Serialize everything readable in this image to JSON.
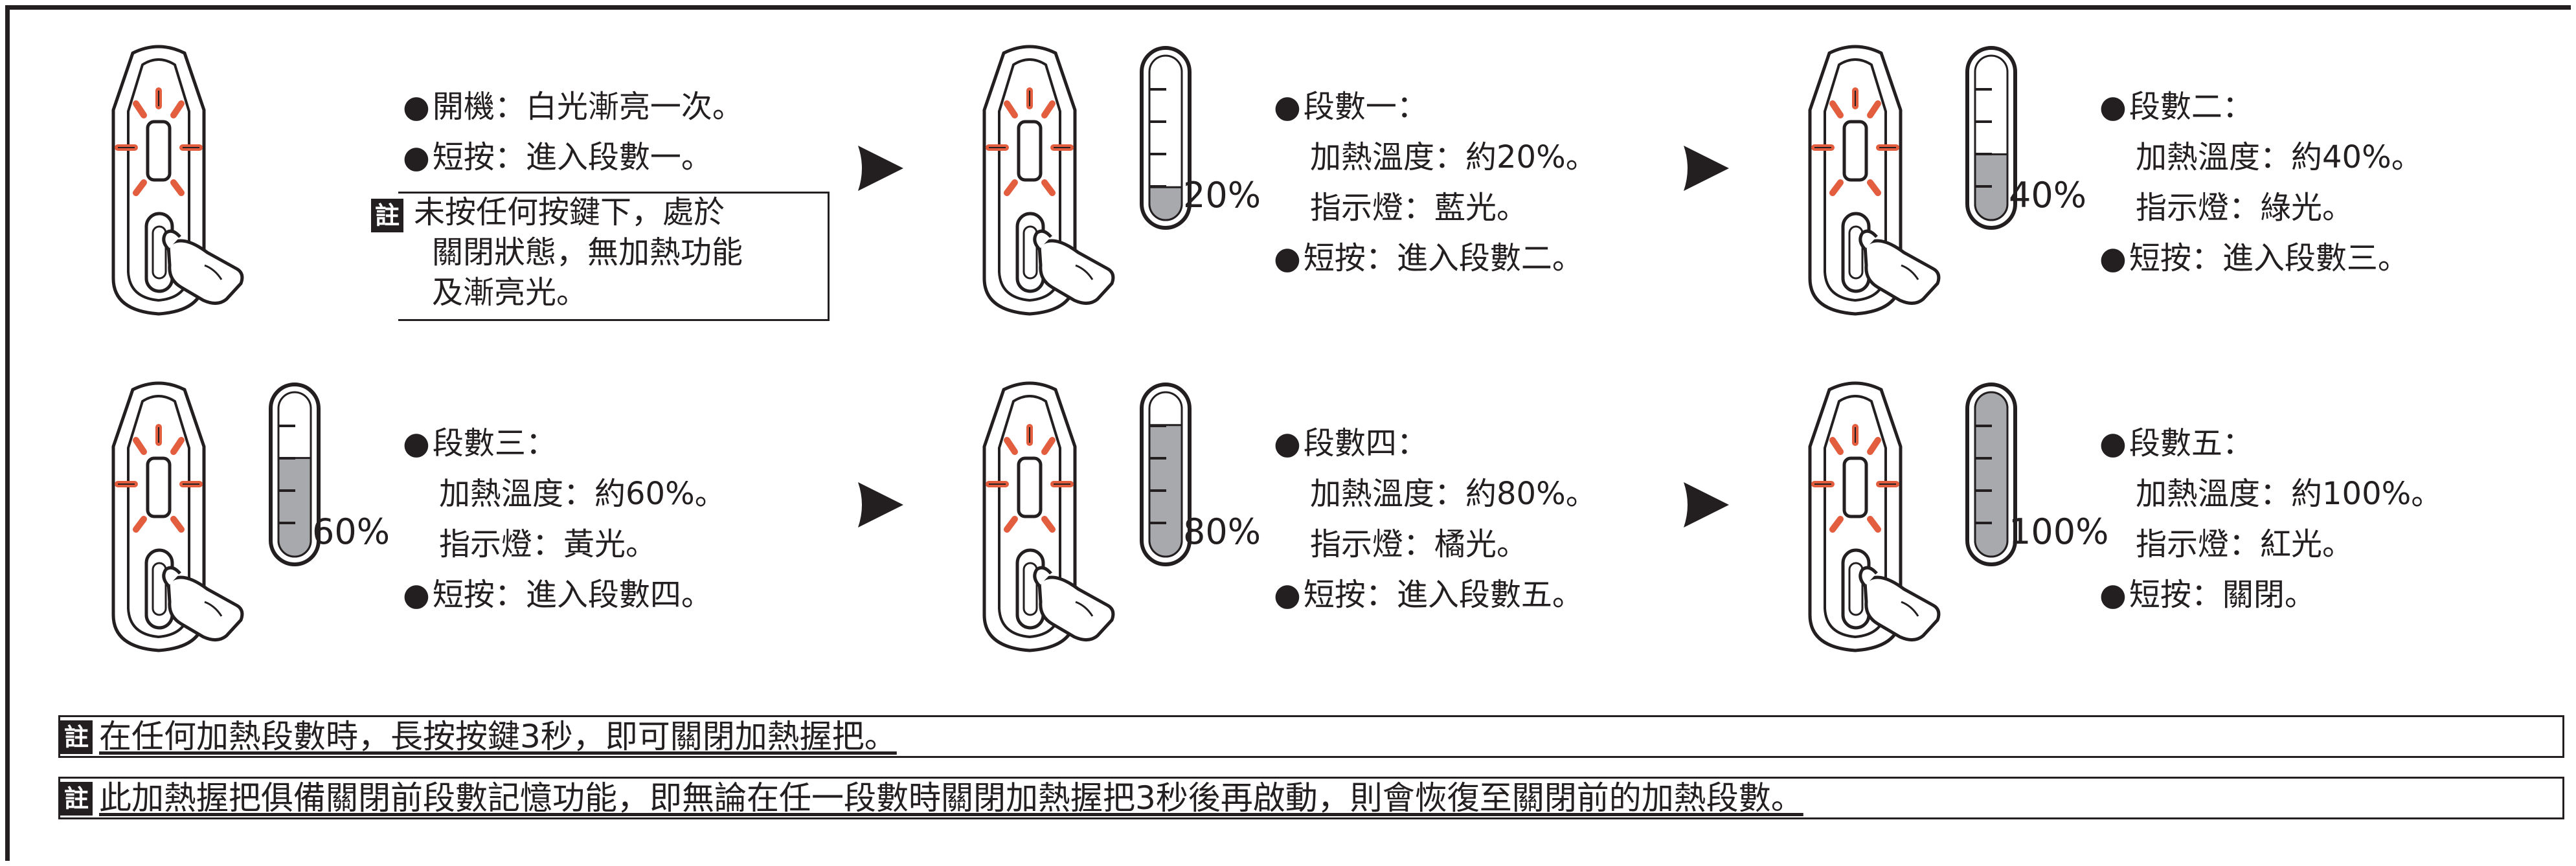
{
  "colors": {
    "ink": "#231f20",
    "gauge_fill": "#a7a9ac",
    "light": "#e35d3f",
    "arrow": "#231f20"
  },
  "note_tag": "註",
  "intro": {
    "line1": "開機：白光漸亮一次。",
    "line2": "短按：進入段數一。",
    "note_lines": [
      "未按任何按鍵下，處於",
      "關閉狀態，無加熱功能",
      "及漸亮光。"
    ]
  },
  "steps": [
    {
      "percent_label": "20%",
      "fill_fraction": 0.2,
      "title": "段數一：",
      "temp": "加熱溫度：約20%。",
      "light": "指示燈：藍光。",
      "action": "短按：進入段數二。"
    },
    {
      "percent_label": "40%",
      "fill_fraction": 0.4,
      "title": "段數二：",
      "temp": "加熱溫度：約40%。",
      "light": "指示燈：綠光。",
      "action": "短按：進入段數三。"
    },
    {
      "percent_label": "60%",
      "fill_fraction": 0.6,
      "title": "段數三：",
      "temp": "加熱溫度：約60%。",
      "light": "指示燈：黃光。",
      "action": "短按：進入段數四。"
    },
    {
      "percent_label": "80%",
      "fill_fraction": 0.8,
      "title": "段數四：",
      "temp": "加熱溫度：約80%。",
      "light": "指示燈：橘光。",
      "action": "短按：進入段數五。"
    },
    {
      "percent_label": "100%",
      "fill_fraction": 1.0,
      "title": "段數五：",
      "temp": "加熱溫度：約100%。",
      "light": "指示燈：紅光。",
      "action": "短按：關閉。"
    }
  ],
  "footer_notes": [
    "在任何加熱段數時，長按按鍵3秒，即可關閉加熱握把。",
    "此加熱握把俱備關閉前段數記憶功能，即無論在任一段數時關閉加熱握把3秒後再啟動，則會恢復至關閉前的加熱段數。"
  ]
}
